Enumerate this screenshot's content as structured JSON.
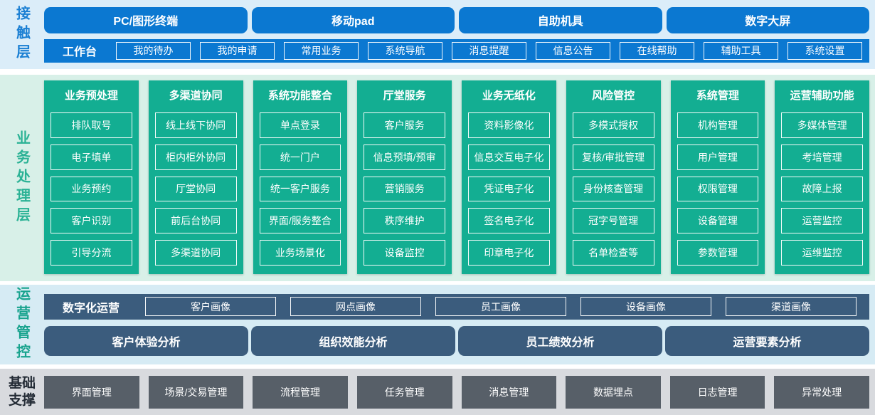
{
  "colors": {
    "primary_blue": "#0b78d1",
    "contact_bg": "#dbedf9",
    "primary_green": "#13ae92",
    "business_bg": "#d8f0e8",
    "slate_blue": "#3b5c7d",
    "ops_bg": "#d6ebf4",
    "gray_box": "#575f68",
    "base_bg": "#d8dade"
  },
  "layers": {
    "contact": {
      "label": "接触层",
      "terminals": [
        "PC/图形终端",
        "移动pad",
        "自助机具",
        "数字大屏"
      ],
      "workbench": {
        "label": "工作台",
        "items": [
          "我的待办",
          "我的申请",
          "常用业务",
          "系统导航",
          "消息提醒",
          "信息公告",
          "在线帮助",
          "辅助工具",
          "系统设置"
        ]
      }
    },
    "business": {
      "label": "业务处理层",
      "columns": [
        {
          "title": "业务预处理",
          "items": [
            "排队取号",
            "电子填单",
            "业务预约",
            "客户识别",
            "引导分流"
          ]
        },
        {
          "title": "多渠道协同",
          "items": [
            "线上线下协同",
            "柜内柜外协同",
            "厅堂协同",
            "前后台协同",
            "多渠道协同"
          ]
        },
        {
          "title": "系统功能整合",
          "items": [
            "单点登录",
            "统一门户",
            "统一客户服务",
            "界面/服务整合",
            "业务场景化"
          ]
        },
        {
          "title": "厅堂服务",
          "items": [
            "客户服务",
            "信息预填/预审",
            "营销服务",
            "秩序维护",
            "设备监控"
          ]
        },
        {
          "title": "业务无纸化",
          "items": [
            "资料影像化",
            "信息交互电子化",
            "凭证电子化",
            "签名电子化",
            "印章电子化"
          ]
        },
        {
          "title": "风险管控",
          "items": [
            "多模式授权",
            "复核/审批管理",
            "身份核查管理",
            "冠字号管理",
            "名单检查等"
          ]
        },
        {
          "title": "系统管理",
          "items": [
            "机构管理",
            "用户管理",
            "权限管理",
            "设备管理",
            "参数管理"
          ]
        },
        {
          "title": "运营辅助功能",
          "items": [
            "多媒体管理",
            "考培管理",
            "故障上报",
            "运营监控",
            "运维监控"
          ]
        }
      ]
    },
    "operations": {
      "label": "运营管控",
      "digital": {
        "label": "数字化运营",
        "items": [
          "客户画像",
          "网点画像",
          "员工画像",
          "设备画像",
          "渠道画像"
        ]
      },
      "analysis": [
        "客户体验分析",
        "组织效能分析",
        "员工绩效分析",
        "运营要素分析"
      ]
    },
    "base": {
      "label": "基础支撑",
      "items": [
        "界面管理",
        "场景/交易管理",
        "流程管理",
        "任务管理",
        "消息管理",
        "数据埋点",
        "日志管理",
        "异常处理"
      ]
    }
  }
}
